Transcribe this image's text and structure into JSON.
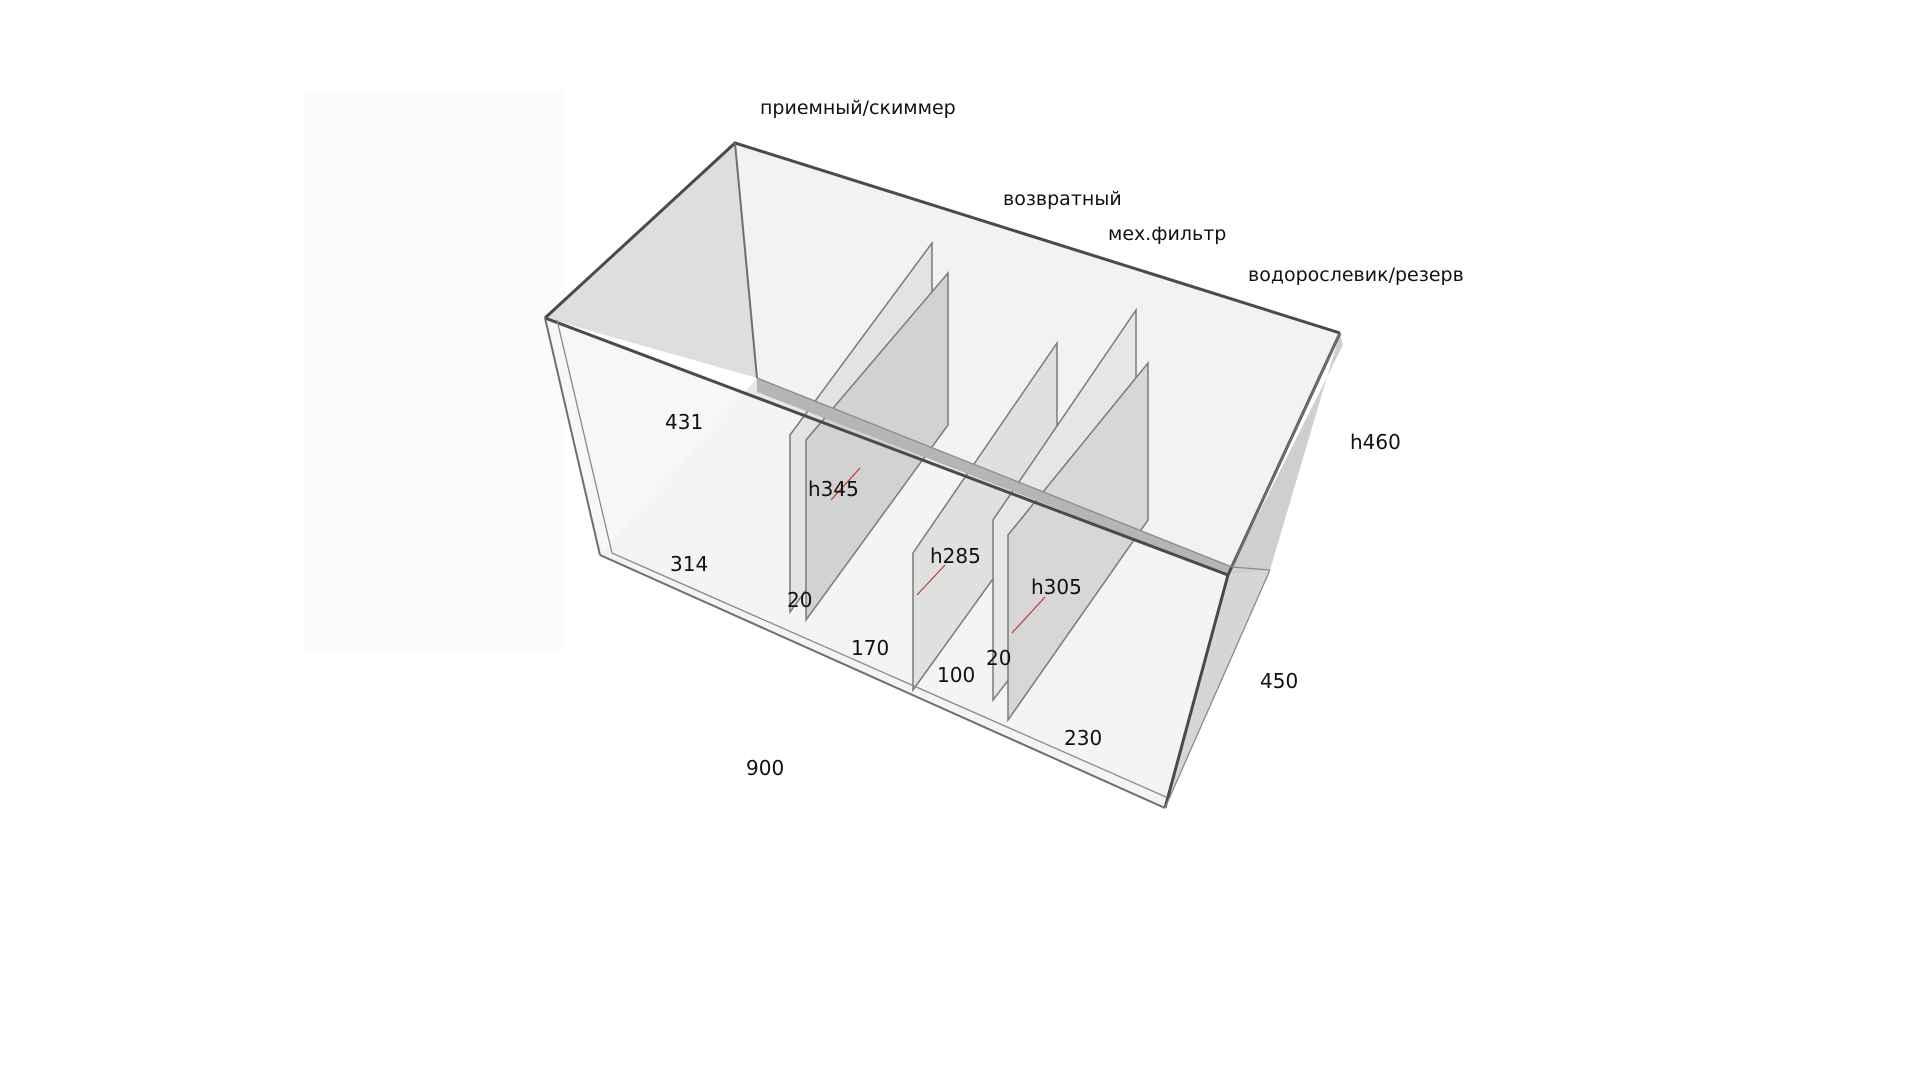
{
  "compartment_labels": {
    "intake_skimmer": "приемный/скиммер",
    "return": "возвратный",
    "mech_filter": "мех.фильтр",
    "algae_reserve": "водорослевик/резерв"
  },
  "dimensions": {
    "height_total": "h460",
    "depth": "450",
    "length": "900",
    "left_height": "431",
    "section_1": "314",
    "gap_1": "20",
    "section_2": "170",
    "section_3": "100",
    "gap_2": "20",
    "section_4": "230",
    "baffle_h1": "h345",
    "baffle_h2": "h285",
    "baffle_h3": "h305"
  },
  "colors": {
    "glass_light": "#ececec",
    "glass_mid": "#dcdcdc",
    "glass_dark": "#c9c9c9",
    "edge": "#6f6f6f",
    "leader": "#c0392b"
  }
}
